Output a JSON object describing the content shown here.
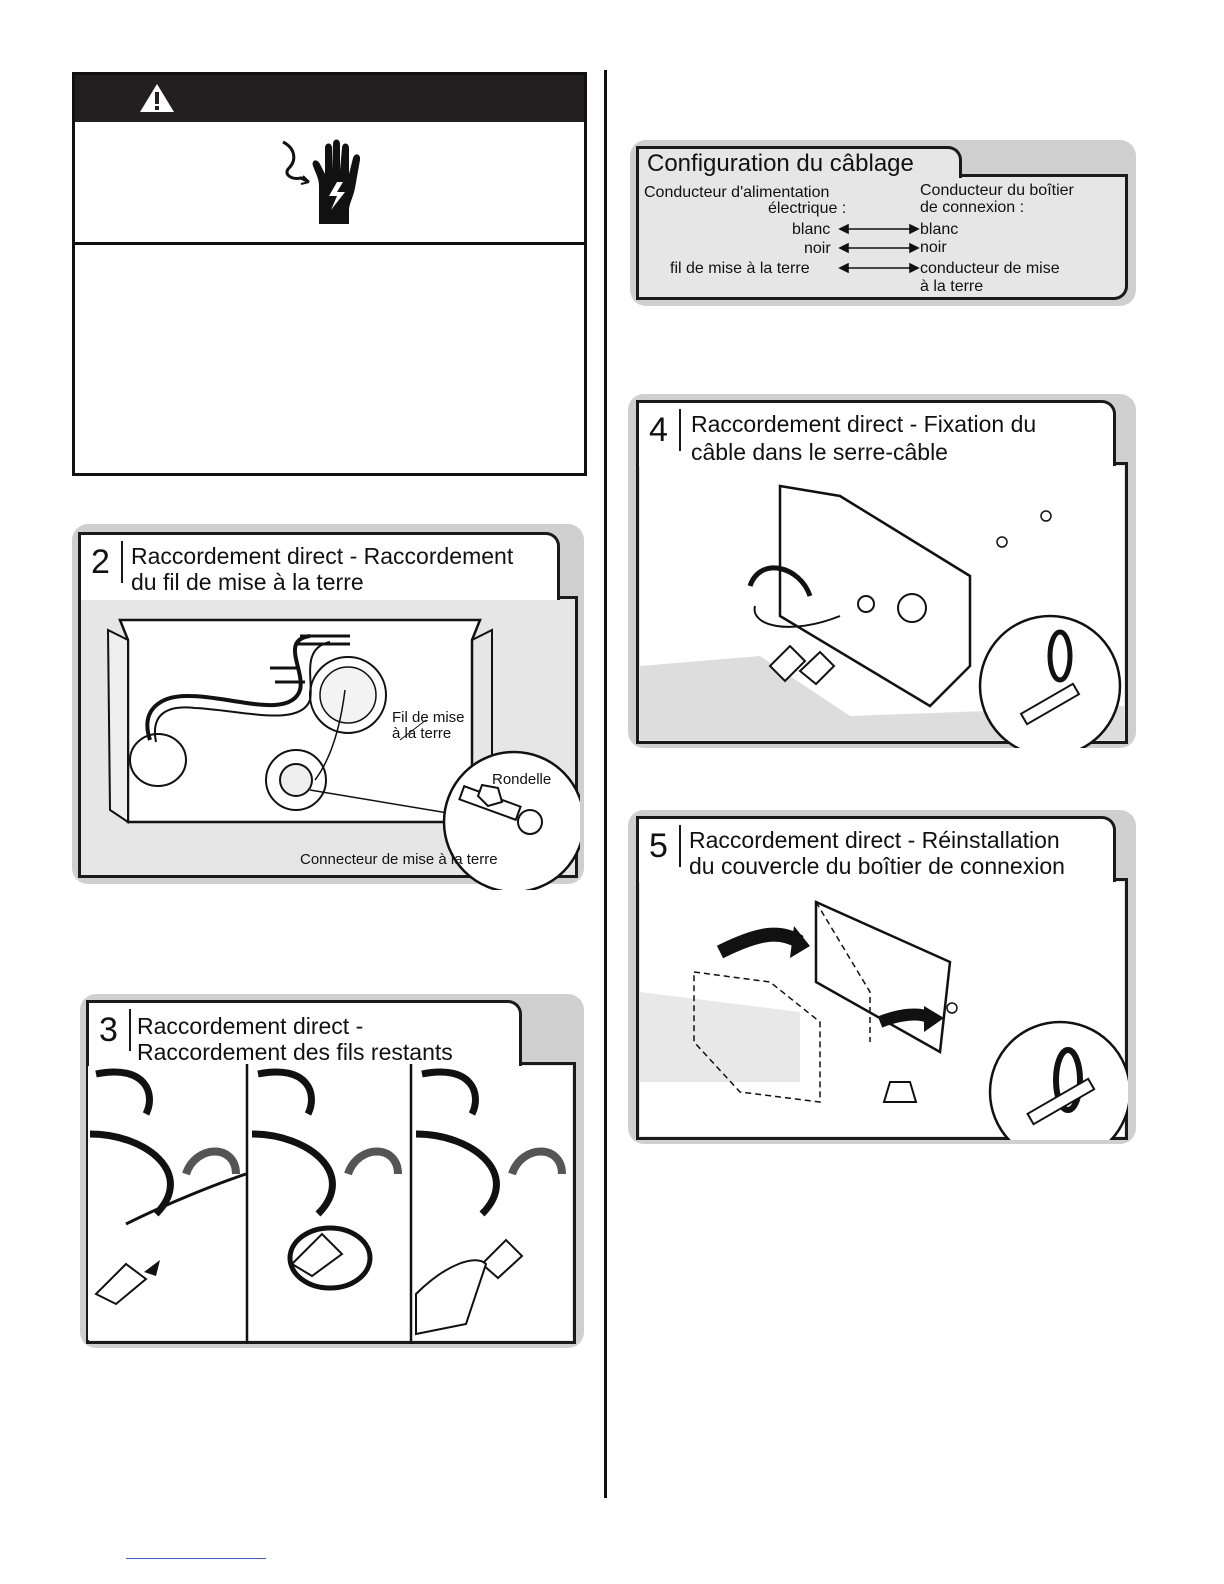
{
  "warning": {
    "symbol": "warning-triangle-icon",
    "image": "electrical-shock-hand-icon"
  },
  "wiring_config": {
    "title": "Configuration du câblage",
    "left_header_1": "Conducteur d'alimentation",
    "left_header_2": "électrique :",
    "right_header_1": "Conducteur du boîtier",
    "right_header_2": "de connexion :",
    "rows": [
      {
        "left": "blanc",
        "right": "blanc"
      },
      {
        "left": "noir",
        "right": "noir"
      },
      {
        "left": "fil de mise à la terre",
        "right": "conducteur de mise",
        "right_2": "à la terre"
      }
    ]
  },
  "step2": {
    "number": "2",
    "title_1": "Raccordement direct - Raccordement",
    "title_2": "du fil de mise à la terre",
    "label_ground_wire_1": "Fil de mise",
    "label_ground_wire_2": "à la terre",
    "label_washer": "Rondelle",
    "label_connector": "Connecteur de mise à la terre"
  },
  "step3": {
    "number": "3",
    "title_1": "Raccordement direct -",
    "title_2": "Raccordement des fils restants"
  },
  "step4": {
    "number": "4",
    "title_1": "Raccordement direct - Fixation du",
    "title_2": "câble dans le serre-câble"
  },
  "step5": {
    "number": "5",
    "title_1": "Raccordement direct - Réinstallation",
    "title_2": "du couvercle du boîtier de connexion"
  }
}
